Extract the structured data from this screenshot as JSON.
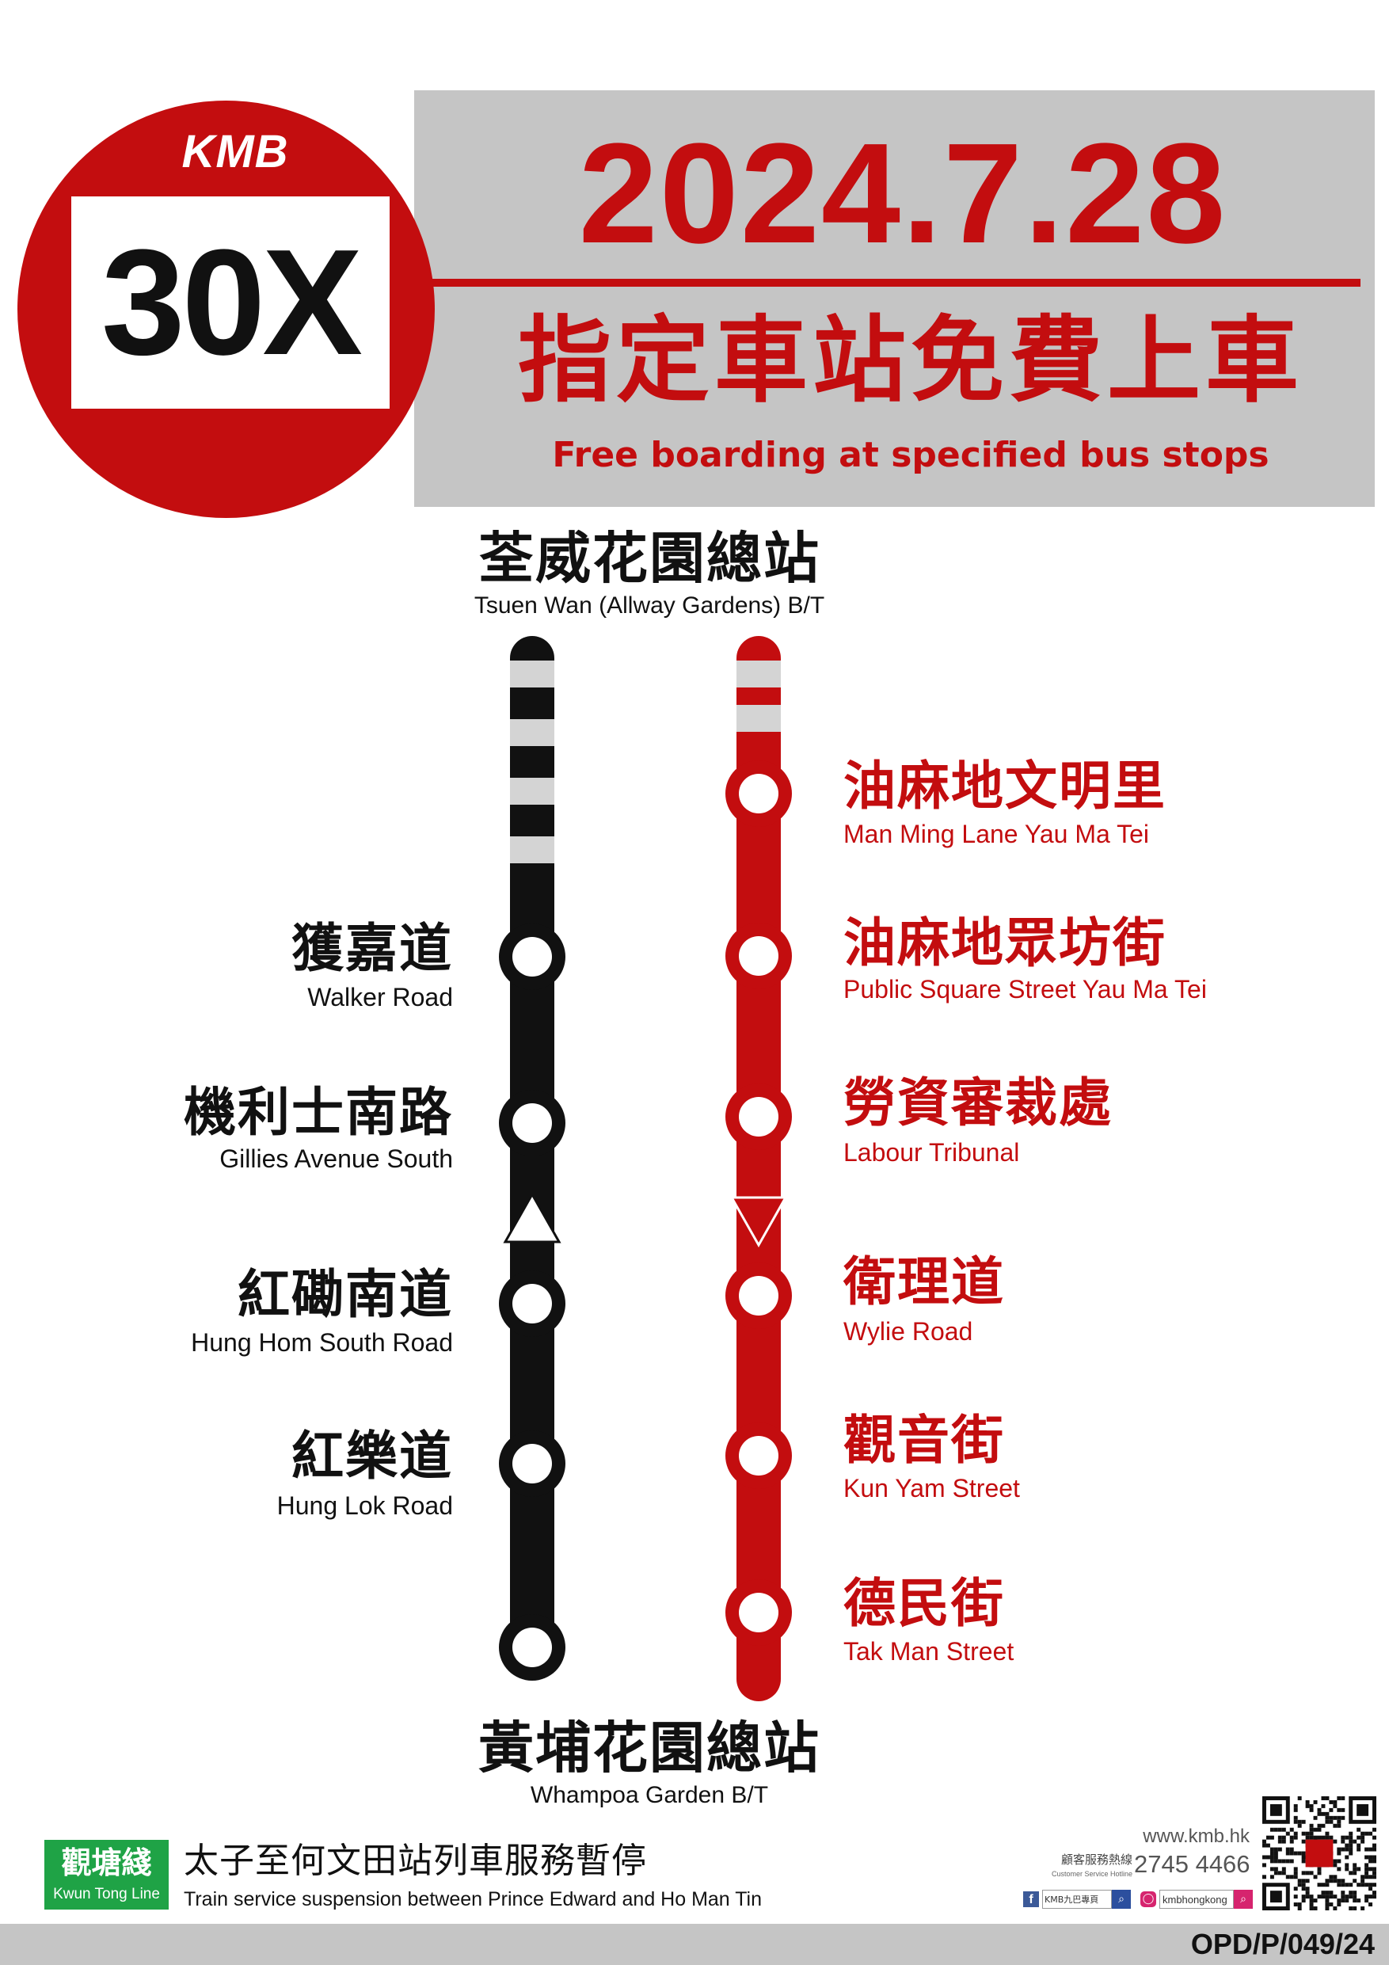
{
  "header": {
    "brand": "KMB",
    "route_number": "30X",
    "date": "2024.7.28",
    "title_zh": "指定車站免費上車",
    "title_en": "Free boarding at specified bus stops"
  },
  "colors": {
    "kmb_red": "#c30d0f",
    "header_grey": "#c5c5c5",
    "line_black": "#111111",
    "kwun_tong_green": "#1fa346"
  },
  "terminus_top": {
    "zh": "荃威花園總站",
    "en": "Tsuen Wan (Allway Gardens) B/T"
  },
  "terminus_bottom": {
    "zh": "黃埔花園總站",
    "en": "Whampoa Garden B/T"
  },
  "direction_inbound": {
    "arrow_icon": "up-arrow-icon",
    "stops": [
      {
        "zh": "獲嘉道",
        "en": "Walker Road"
      },
      {
        "zh": "機利士南路",
        "en": "Gillies Avenue South"
      },
      {
        "zh": "紅磡南道",
        "en": "Hung Hom South Road"
      },
      {
        "zh": "紅樂道",
        "en": "Hung Lok Road"
      }
    ]
  },
  "direction_outbound": {
    "arrow_icon": "down-arrow-icon",
    "stops": [
      {
        "zh": "油麻地文明里",
        "en": "Man Ming Lane Yau Ma Tei"
      },
      {
        "zh": "油麻地眾坊街",
        "en": "Public Square Street Yau Ma Tei"
      },
      {
        "zh": "勞資審裁處",
        "en": "Labour Tribunal"
      },
      {
        "zh": "衛理道",
        "en": "Wylie Road"
      },
      {
        "zh": "觀音街",
        "en": "Kun Yam Street"
      },
      {
        "zh": "德民街",
        "en": "Tak Man Street"
      }
    ]
  },
  "footer": {
    "line_badge_zh": "觀塘綫",
    "line_badge_en": "Kwun Tong Line",
    "notice_zh": "太子至何文田站列車服務暫停",
    "notice_en": "Train service suspension between Prince Edward and Ho Man Tin",
    "website": "www.kmb.hk",
    "hotline_label_zh": "顧客服務熱線",
    "hotline_label_en": "Customer Service Hotline",
    "hotline_number": "2745 4466",
    "facebook_label": "KMB九巴專頁",
    "instagram_label": "kmbhongkong",
    "doc_code": "OPD/P/049/24"
  }
}
